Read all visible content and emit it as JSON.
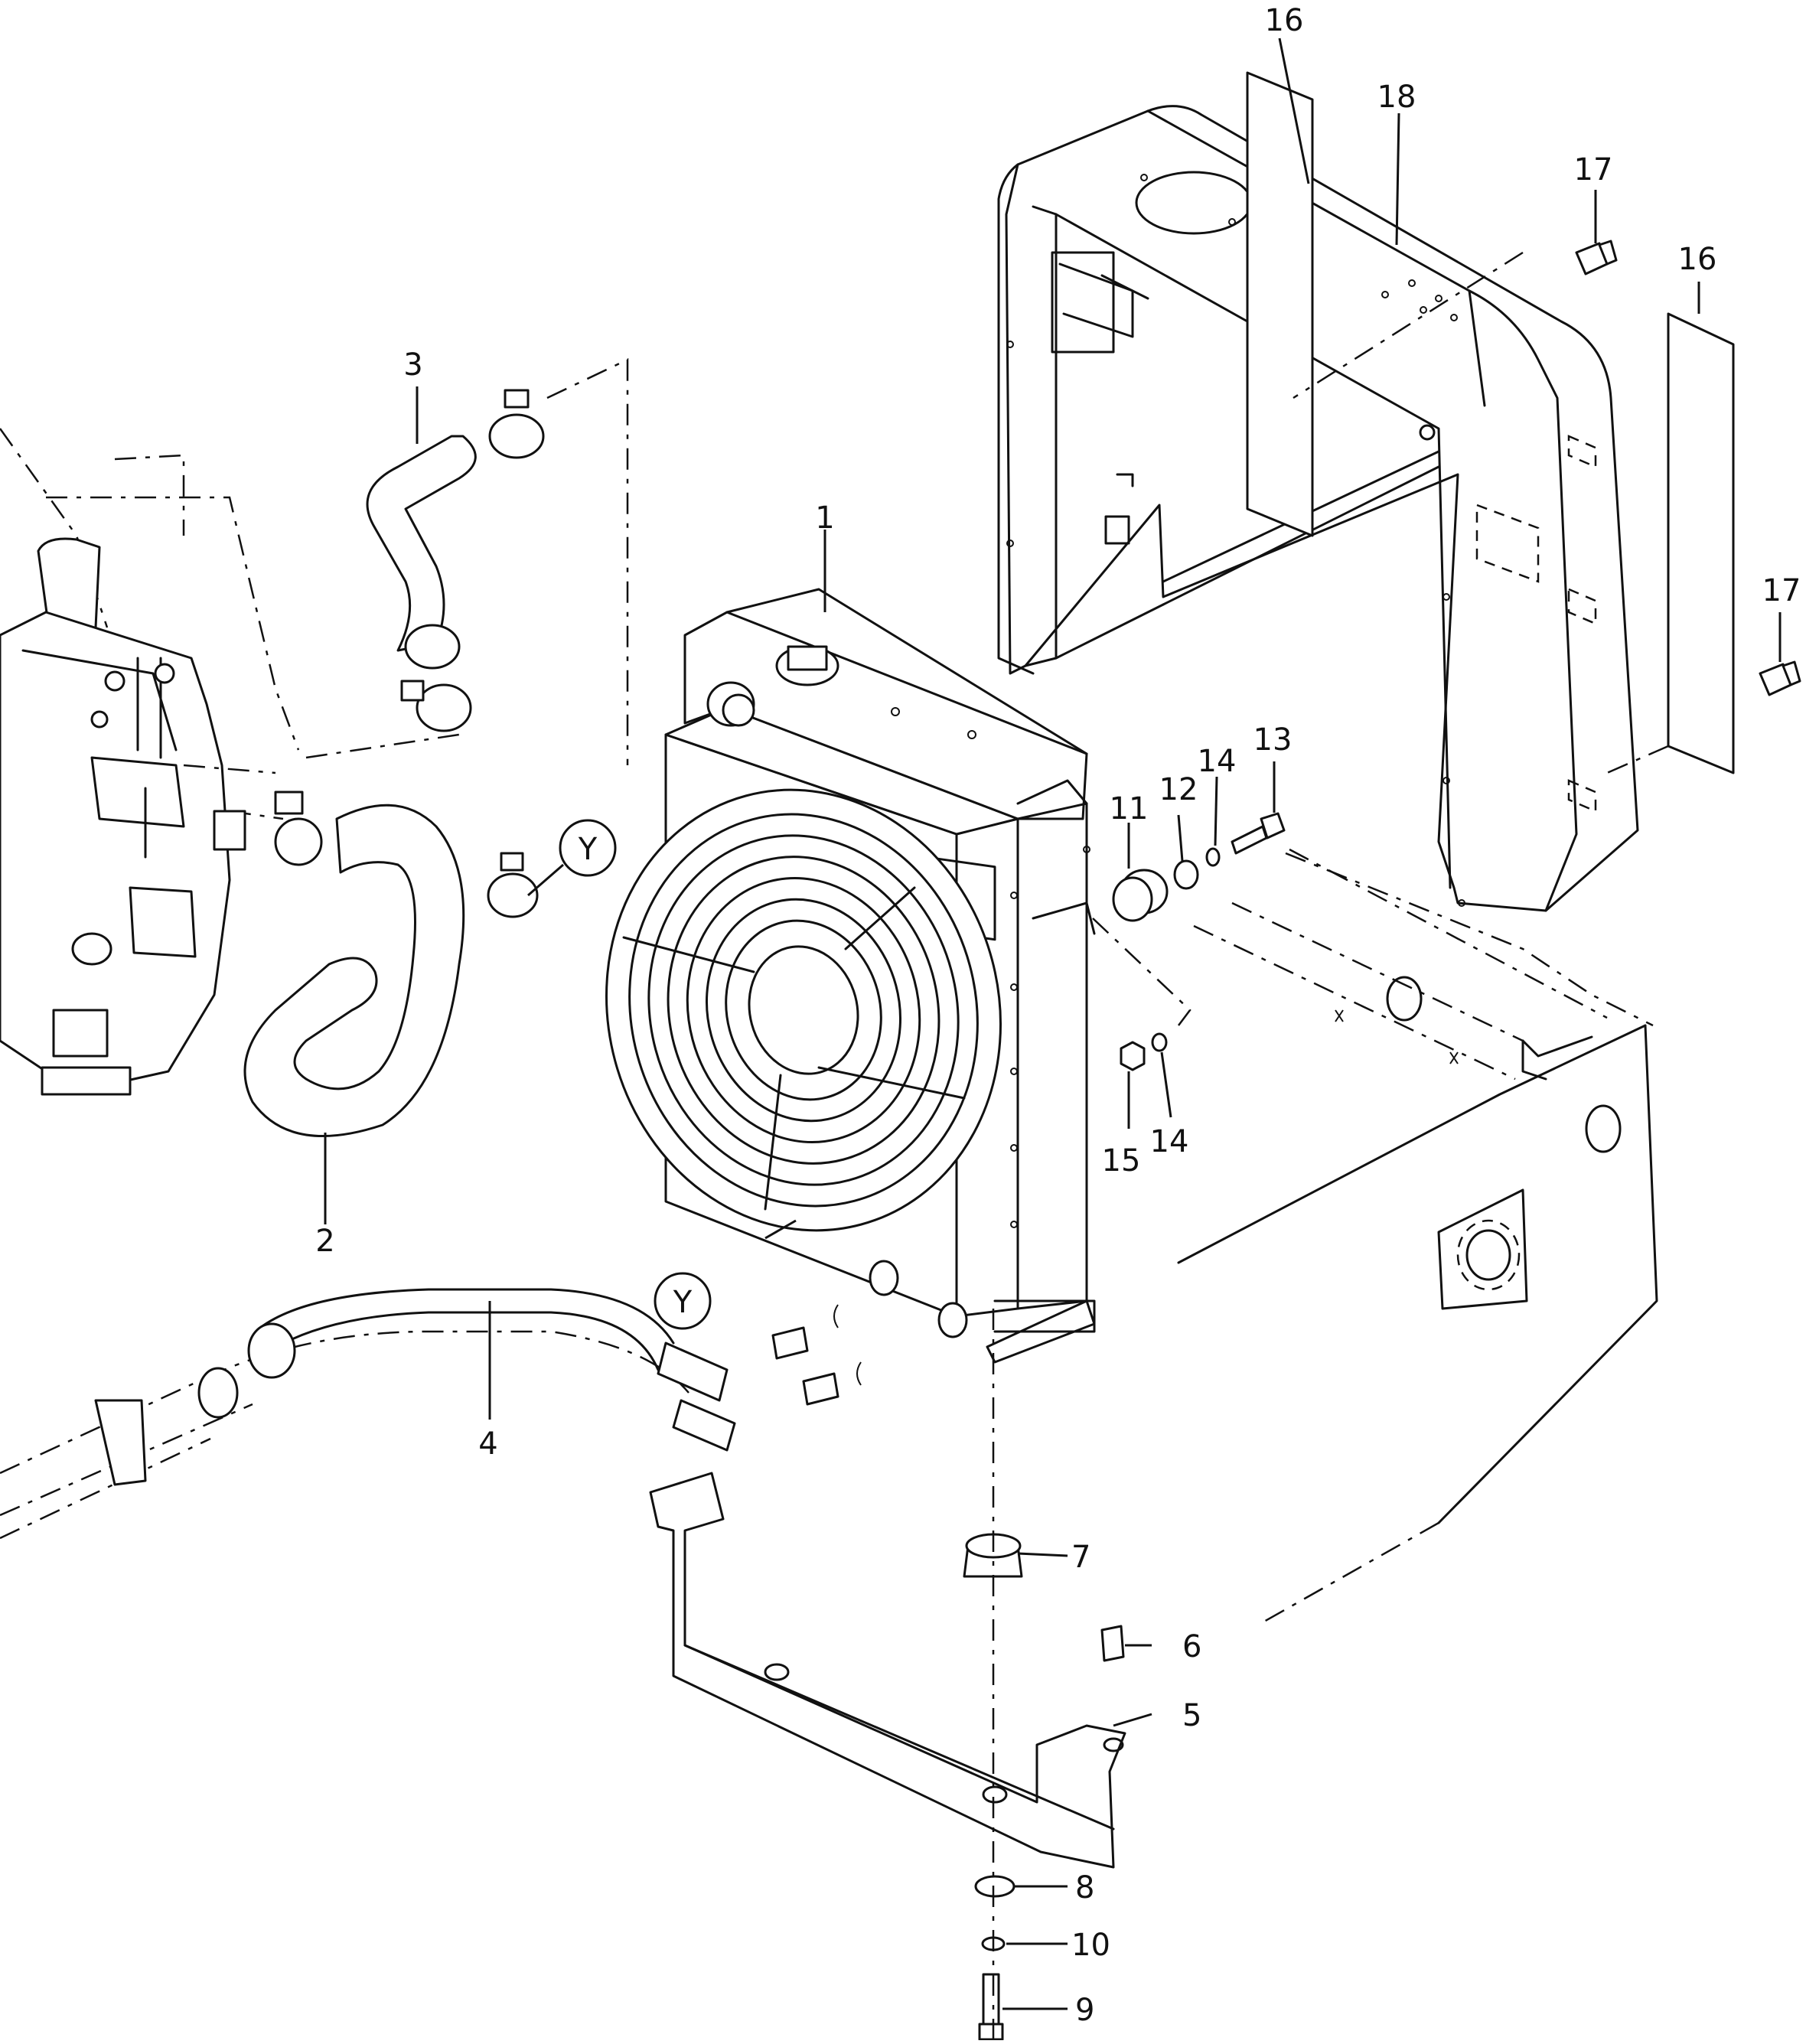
{
  "callouts": {
    "c1": "1",
    "c2": "2",
    "c3": "3",
    "c4": "4",
    "c5": "5",
    "c6": "6",
    "c7": "7",
    "c8": "8",
    "c9": "9",
    "c10": "10",
    "c11": "11",
    "c12": "12",
    "c13": "13",
    "c14a": "14",
    "c14b": "14",
    "c15": "15",
    "c16a": "16",
    "c16b": "16",
    "c17a": "17",
    "c17b": "17",
    "c18": "18"
  },
  "refs": {
    "ya": "Y",
    "yb": "Y"
  }
}
